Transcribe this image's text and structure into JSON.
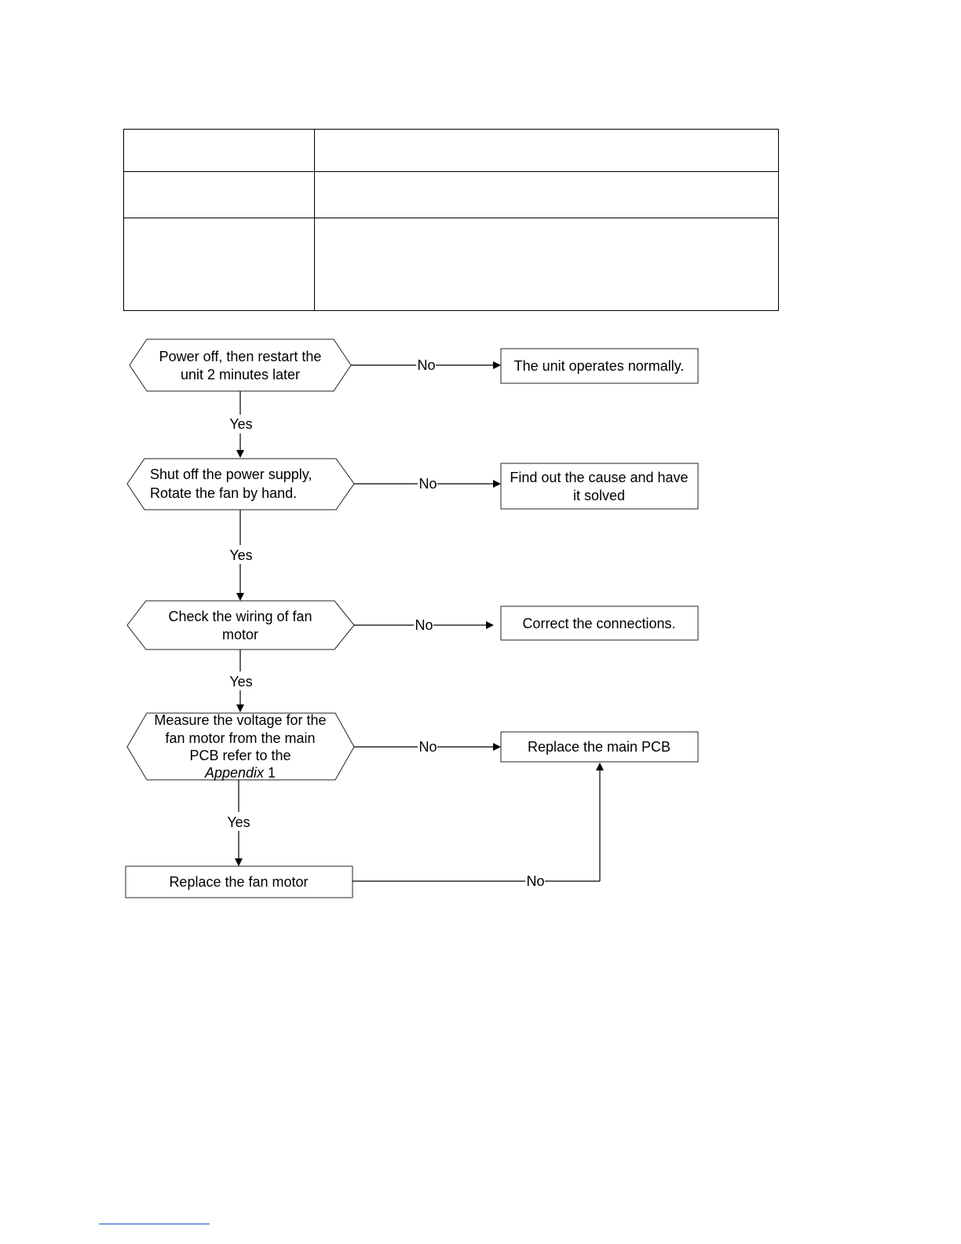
{
  "table": {
    "rows": [
      [
        "",
        ""
      ],
      [
        "",
        ""
      ],
      [
        "",
        ""
      ]
    ]
  },
  "flowchart": {
    "decisions": {
      "restart": [
        "Power off, then restart the",
        "unit 2 minutes later"
      ],
      "rotate_fan": [
        "Shut off the power supply,",
        "Rotate the fan by hand."
      ],
      "check_wiring": [
        "Check the wiring of fan",
        "motor"
      ],
      "measure_voltage": [
        "Measure the voltage for the",
        "fan motor from the main",
        "PCB refer to the"
      ],
      "measure_voltage_ref_italic": "Appendix",
      "measure_voltage_ref_num": " 1"
    },
    "outcomes": {
      "operates_normally": "The unit operates normally.",
      "find_cause": [
        "Find out the cause and have",
        "it solved"
      ],
      "correct_connections": "Correct the connections.",
      "replace_pcb": "Replace the main PCB"
    },
    "actions": {
      "replace_fan_motor": "Replace the fan motor"
    },
    "labels": {
      "yes": "Yes",
      "no": "No"
    }
  }
}
